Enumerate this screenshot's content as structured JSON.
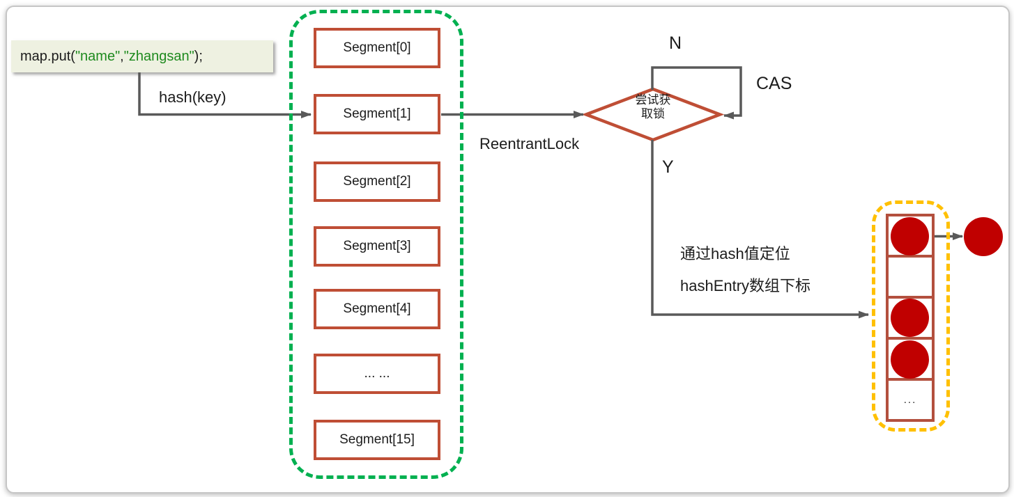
{
  "code_snippet": {
    "part1": "map.put(",
    "arg1": "\"name\"",
    "comma": ",",
    "arg2": "\"zhangsan\"",
    "part2": ");"
  },
  "labels": {
    "hash_key": "hash(key)",
    "reentrant_lock": "ReentrantLock",
    "branch_no": "N",
    "cas": "CAS",
    "branch_yes": "Y",
    "locate_line1": "通过hash值定位",
    "locate_line2": "hashEntry数组下标"
  },
  "segments": [
    "Segment[0]",
    "Segment[1]",
    "Segment[2]",
    "Segment[3]",
    "Segment[4]",
    "... ...",
    "Segment[15]"
  ],
  "diamond": {
    "line1": "尝试获",
    "line2": "取锁"
  },
  "entry_array": {
    "ellipsis": "..."
  },
  "colors": {
    "box_border_red": "#bf4e35",
    "cell_border_red": "#b3503e",
    "node_dark_red": "#c00000",
    "segments_dash_green": "#00b050",
    "entry_dash_orange": "#ffc000",
    "connector_gray": "#595959",
    "code_background": "#eef1e1",
    "code_string_green": "#1e8a1e",
    "panel_border_gray": "#c6c6c6"
  }
}
